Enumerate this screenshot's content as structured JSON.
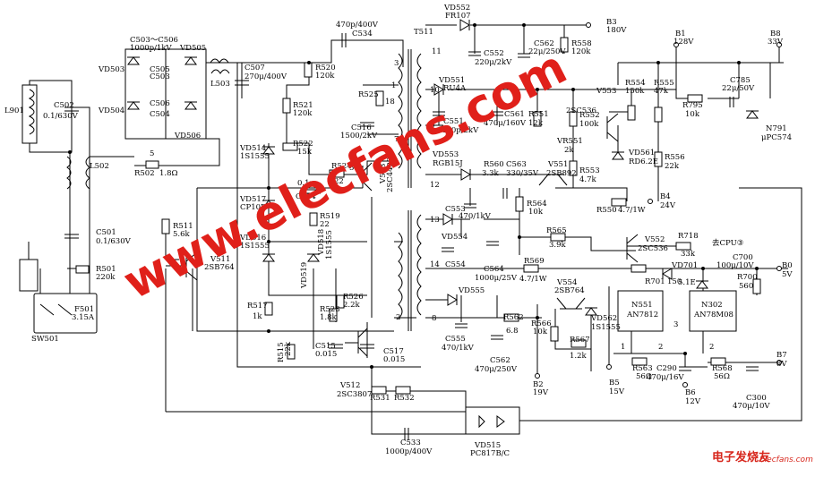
{
  "components": {
    "L901": "L901",
    "C502": "C502",
    "C502_val": "0.1/630V",
    "C503_506": "C503～C506",
    "C503_506_val": "1000p/1kV",
    "VD505": "VD505",
    "VD503": "VD503",
    "VD504": "VD504",
    "VD506": "VD506",
    "C503": "C503",
    "C504": "C504",
    "C505": "C505",
    "C506": "C506",
    "L503": "L503",
    "C507": "C507",
    "C507_val": "270μ/400V",
    "C534_val": "470p/400V",
    "C534": "C534",
    "T511": "T511",
    "R520": "R520",
    "R520_val": "120k",
    "R521": "R521",
    "R521_val": "120k",
    "R525": "R525",
    "R525_val": "18",
    "C516": "C516",
    "C516_val": "1500/2kV",
    "VD514": "VD514",
    "VD514_val": "1S1555",
    "R522": "R522",
    "R522_val": "15k",
    "R524": "R524",
    "R524_val": "22",
    "C514_val": "0.1μ",
    "C514": "C514",
    "VD517": "VD517",
    "VD517_val": "CP10D",
    "R519": "R519",
    "R519_val": "22",
    "VD516": "VD516",
    "VD516_val": "1S1555",
    "VD518": "VD518",
    "VD518_val": "1S1555",
    "VD519": "VD519",
    "R517": "R517",
    "R517_val": "1k",
    "R526": "R526",
    "R526_val": "2.2k",
    "R523": "R523",
    "R523_val": "1.8k",
    "V513": "V513",
    "V513_val": "2SC4429",
    "R511": "R511",
    "R511_val": "5.6k",
    "V511": "V511",
    "V511_val": "2SB764",
    "L502": "L502",
    "R502": "R502",
    "R502_val": "1.8Ω",
    "C501": "C501",
    "C501_val": "0.1/630V",
    "R501": "R501",
    "R501_val": "220k",
    "F501": "F501",
    "F501_val": "3.15A",
    "SW501": "SW501",
    "R515": "R515",
    "R515_val": "22k",
    "C515": "C515",
    "C515_val": "0.015",
    "C517": "C517",
    "C517_val": "0.015",
    "V512": "V512",
    "V512_val": "2SC3807",
    "R531": "R531",
    "R532": "R532",
    "C533": "C533",
    "C533_val": "1000p/400V",
    "VD515": "VD515",
    "VD515_val": "PC817B/C",
    "VD552": "VD552",
    "VD552_val": "FR107",
    "C552": "C552",
    "C552_val": "220μ/2kV",
    "C562": "C562",
    "C562_val": "22μ/250V",
    "R558": "R558",
    "R558_val": "120k",
    "VD551": "VD551",
    "VD551_val": "RU4A",
    "C551": "C551",
    "C551_val": "470p/2kV",
    "C561": "C561",
    "C561_val": "470μ/160V",
    "R551": "R551",
    "R551_val": "12k",
    "R552": "R552",
    "R552_val": "100k",
    "VR551": "VR551",
    "VR551_val": "2k",
    "R553": "R553",
    "R553_val": "4.7k",
    "V2SC536": "2SC536",
    "VD553": "VD553",
    "VD553_val": "RGB15J",
    "V553": "V553",
    "R554": "R554",
    "R554_val": "150k",
    "R555": "R555",
    "R555_val": "47k",
    "VD561": "VD561",
    "VD561_val": "RD6.2E",
    "R556": "R556",
    "R556_val": "22k",
    "C785": "C785",
    "C785_val": "22μ/50V",
    "R795": "R795",
    "R795_val": "10k",
    "N791": "N791",
    "N791_val": "μPC574",
    "R560": "R560",
    "R560_val": "3.3k",
    "C563": "C563",
    "C563_val": "330/35V",
    "V551": "V551",
    "V551_val": "2SB892",
    "R564": "R564",
    "R564_val": "10k",
    "R550": "R550",
    "R550_val": "4.7/1W",
    "VD554": "VD554",
    "C553": "C553",
    "C553_val": "470/1kV",
    "C554": "C554",
    "C564": "C564",
    "C564_val": "1000μ/25V",
    "R569": "R569",
    "R569_val": "4.7/1W",
    "R565": "R565",
    "R565_val": "3.9k",
    "V552": "V552",
    "V552_val": "2SC536",
    "R718": "R718",
    "R718_val": "33k",
    "cpu": "去CPU③",
    "C700": "C700",
    "C700_val": "100μ/10V",
    "VD701": "VD701",
    "R701": "R701",
    "R701_val": "150",
    "R700": "R700",
    "R700_val": "560",
    "VD5_1E": "5.1E",
    "V554": "V554",
    "V554_val": "2SB764",
    "VD555": "VD555",
    "C555": "C555",
    "C555_val": "470/1kV",
    "C562b": "C562",
    "C562b_val": "470μ/250V",
    "R562": "R562",
    "R562_val": "6.8",
    "R566": "R566",
    "R566_val": "10k",
    "R567": "R567",
    "R567_val": "1.2k",
    "VD562": "VD562",
    "VD562_val": "1S1555",
    "N551": "N551",
    "N551_val": "AN7812",
    "N302": "N302",
    "N302_val": "AN78M08",
    "R563": "R563",
    "R563_val": "56Ω",
    "C290": "C290",
    "C290_val": "470μ/16V",
    "R568": "R568",
    "R568_val": "56Ω",
    "C300": "C300",
    "C300_val": "470μ/10V"
  },
  "outputs": {
    "B3": "B3",
    "B3_v": "180V",
    "B1": "B1",
    "B1_v": "128V",
    "B8": "B8",
    "B8_v": "33V",
    "B4": "B4",
    "B4_v": "24V",
    "B0": "B0",
    "B0_v": "5V",
    "B7": "B7",
    "B7_v": "8V",
    "B2": "B2",
    "B2_v": "19V",
    "B5": "B5",
    "B5_v": "15V",
    "B6": "B6",
    "B6_v": "12V"
  },
  "pins": [
    "3",
    "1",
    "10",
    "9",
    "7",
    "5",
    "12",
    "13",
    "14",
    "2",
    "8",
    "11",
    "1",
    "2",
    "3",
    "2"
  ],
  "misc": {
    "small5": "5",
    "res5": "5"
  },
  "watermark": "www.elecfans.com",
  "brand": {
    "cn": "电子发烧友",
    "en": "Elecfans.com"
  }
}
